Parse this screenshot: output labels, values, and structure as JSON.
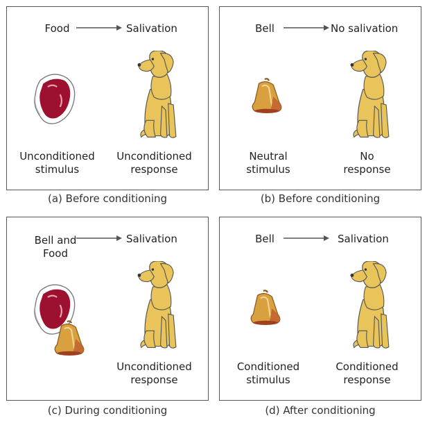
{
  "panels": [
    {
      "stimulus": "Food",
      "response": "Salivation",
      "bottom_left": [
        "Unconditioned",
        "stimulus"
      ],
      "bottom_right": [
        "Unconditioned",
        "response"
      ],
      "caption": "(a) Before conditioning"
    },
    {
      "stimulus": "Bell",
      "response": "No salivation",
      "bottom_left": [
        "Neutral",
        "stimulus"
      ],
      "bottom_right": [
        "No",
        "response"
      ],
      "caption": "(b) Before conditioning"
    },
    {
      "stimulus": [
        "Bell and",
        "Food"
      ],
      "response": "Salivation",
      "bottom_left": [
        "",
        ""
      ],
      "bottom_right": [
        "Unconditioned",
        "response"
      ],
      "caption": "(c) During conditioning"
    },
    {
      "stimulus": "Bell",
      "response": "Salivation",
      "bottom_left": [
        "Conditioned",
        "stimulus"
      ],
      "bottom_right": [
        "Conditioned",
        "response"
      ],
      "caption": "(d) After conditioning"
    }
  ],
  "colors": {
    "dog": "#e8c45a",
    "dog_outline": "#555555",
    "meat": "#9e1030",
    "bell": "#d9a040",
    "bell_dark": "#b04020"
  },
  "icons": [
    "meat-icon",
    "bell-icon",
    "dog-icon",
    "arrow-right-icon"
  ]
}
